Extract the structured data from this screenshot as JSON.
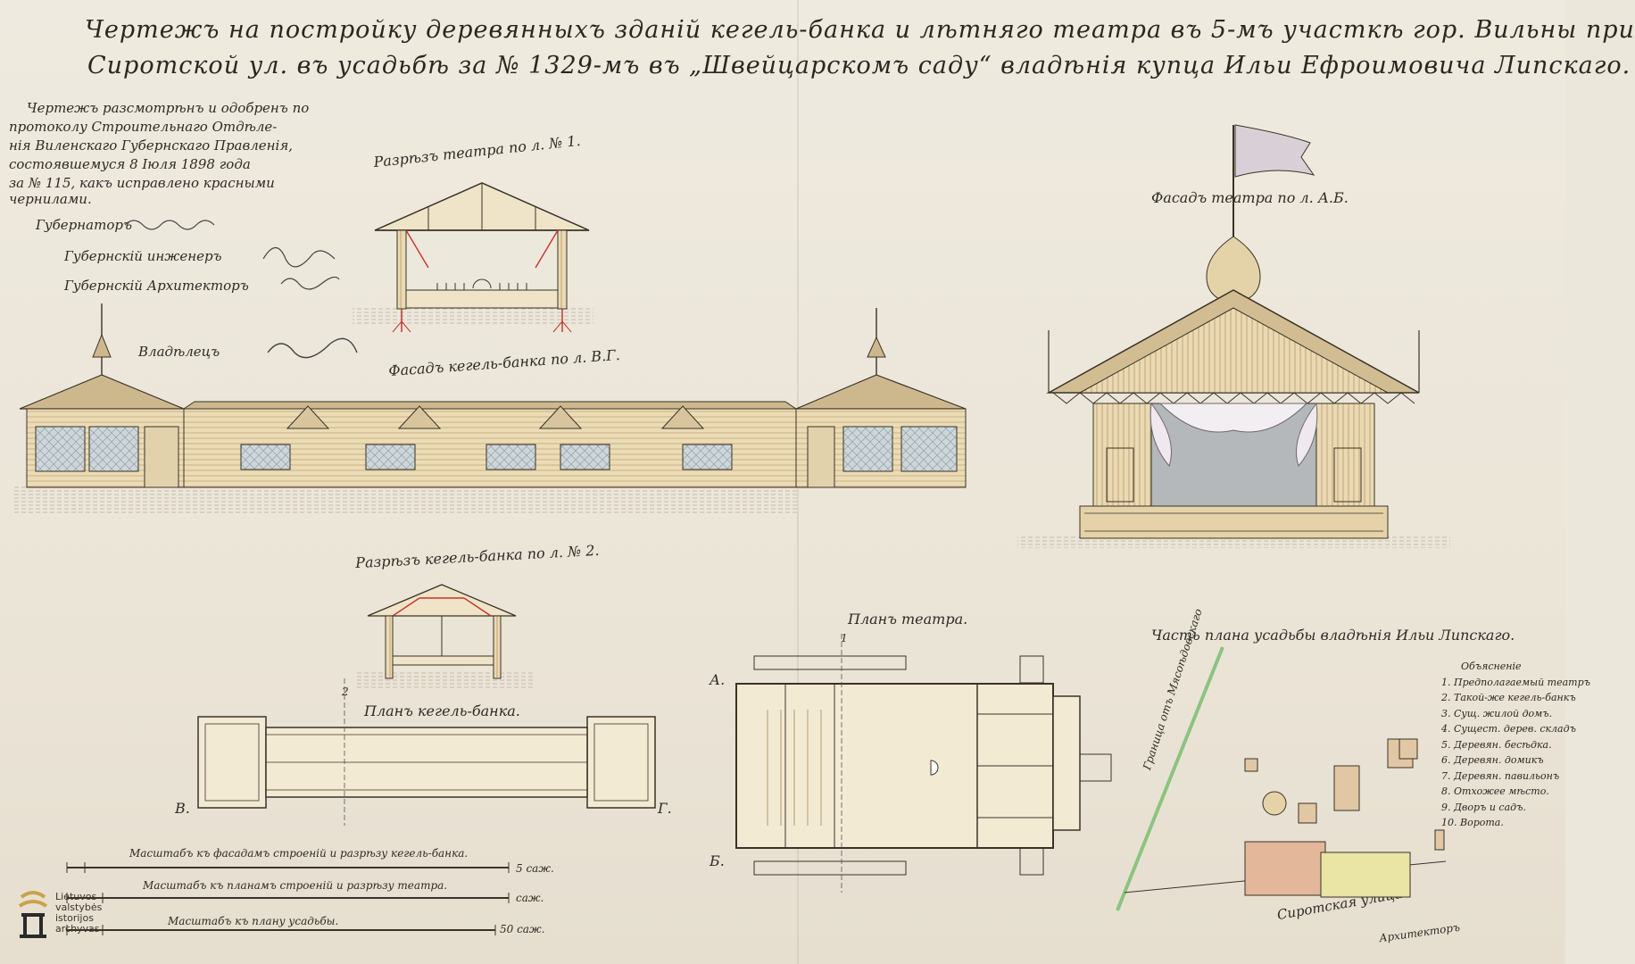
{
  "title": {
    "line1": "Чертежъ на постройку деревянныхъ зданiй кегель-банка и лѣтняго театра въ 5-мъ участкѣ гор. Вильны при",
    "line2": "Сиротской ул. въ усадьбѣ за № 1329-мъ въ „Швейцарскомъ саду“ владѣнiя купца Ильи Ефроимовича Липскаго."
  },
  "approval": {
    "line1": "Чертежъ разсмотрѣнъ и одобренъ по",
    "line2": "протоколу Строительнаго Отдѣле-",
    "line3": "нiя Виленскаго Губернскаго Правленiя,",
    "line4": "состоявшемуся 8 Iюля 1898 года",
    "line5": "за № 115, какъ исправлено красными",
    "line6": "чернилами.",
    "governor": "Губернаторъ",
    "engineer": "Губернскiй инженеръ",
    "architect": "Губернскiй Архитекторъ"
  },
  "labels": {
    "theatre_section": "Разрѣзъ театра по л. № 1.",
    "theatre_facade": "Фасадъ театра по л. А.Б.",
    "kegel_facade": "Фасадъ кегель-банка по л. В.Г.",
    "kegel_section": "Разрѣзъ кегель-банка по л. № 2.",
    "kegel_plan": "Планъ кегель-банка.",
    "theatre_plan": "Планъ театра.",
    "estate_plan": "Часть плана усадьбы владѣнiя Ильи Липскаго.",
    "street": "Сиротская улица",
    "boundary": "Граница отъ Мясоѣдовскаго",
    "owner_sig": "Владѣлецъ",
    "footer_note": "Архитекторъ"
  },
  "plan_marks": {
    "a": "А.",
    "b": "Б.",
    "v": "В.",
    "g": "Г.",
    "one": "1",
    "two": "2"
  },
  "legend": {
    "title": "Объясненiе",
    "items": [
      "1. Предполагаемый театръ",
      "2. Такой-же кегель-банкъ",
      "3. Сущ. жилой домъ.",
      "4. Сущест. дерев. складъ",
      "5. Деревян. бесѣдка.",
      "6. Деревян. домикъ",
      "7. Деревян. павильонъ",
      "8. Отхожее мѣсто.",
      "9. Дворъ и садъ.",
      "10. Ворота."
    ]
  },
  "scales": {
    "s1": "Масштабъ къ фасадамъ строенiй и разрѣзу кегель-банка.",
    "s1_unit": "5 саж.",
    "s2": "Масштабъ къ планамъ строенiй и разрѣзу театра.",
    "s2_unit": "саж.",
    "s3": "Масштабъ къ плану усадьбы.",
    "s3_unit": "50 саж."
  },
  "archive": {
    "line1": "Lietuvos",
    "line2": "valstybės",
    "line3": "istorijos",
    "line4": "archyvas"
  },
  "colors": {
    "ink": "#2a2620",
    "wood": "#e9d9b3",
    "roof": "#c9b58d",
    "glass": "#c9d3d6",
    "red": "#c8322c",
    "paper": "#ece7db"
  }
}
